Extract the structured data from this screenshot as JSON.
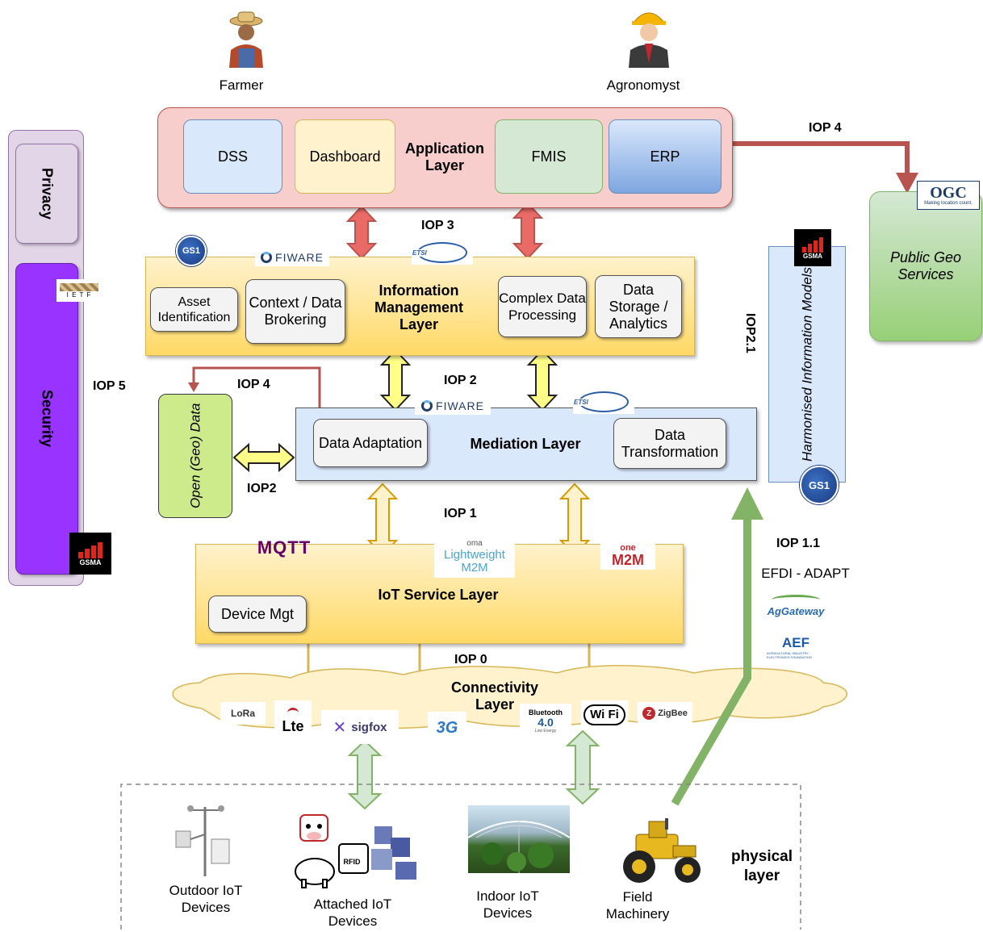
{
  "actors": {
    "farmer": "Farmer",
    "agronomist": "Agronomyst"
  },
  "application_layer": {
    "title": "Application Layer",
    "dss": "DSS",
    "dashboard": "Dashboard",
    "fmis": "FMIS",
    "erp": "ERP"
  },
  "information_layer": {
    "title": "Information Management Layer",
    "asset": "Asset Identification",
    "context": "Context / Data Brokering",
    "complex": "Complex Data Processing",
    "storage": "Data Storage / Analytics"
  },
  "mediation_layer": {
    "title": "Mediation Layer",
    "adaptation": "Data Adaptation",
    "transformation": "Data Transformation"
  },
  "iot_layer": {
    "title": "IoT Service Layer",
    "device_mgt": "Device Mgt"
  },
  "connectivity_layer": {
    "title": "Connectivity Layer"
  },
  "security_column": {
    "privacy": "Privacy",
    "security": "Security"
  },
  "open_data": "Open (Geo) Data",
  "public_geo": "Public Geo Services",
  "harmonised": "Harmonised Information Models",
  "iop": {
    "iop4_top": "IOP 4",
    "iop3": "IOP 3",
    "iop2": "IOP 2",
    "iop4_left": "IOP 4",
    "iop5": "IOP 5",
    "iop2_left": "IOP2",
    "iop21": "IOP2.1",
    "iop1": "IOP 1",
    "iop11": "IOP 1.1",
    "iop0": "IOP 0"
  },
  "efdi": "EFDI - ADAPT",
  "logos": {
    "ogc": "OGC",
    "ogc_tag": "Making location count.",
    "gs1": "GS1",
    "fiware": "FIWARE",
    "etsi": "ETSI",
    "gsma": "GSMA",
    "ietf": "I E T F",
    "mqtt": "MQTT",
    "oma": "oma",
    "lwm2m_1": "Lightweight",
    "lwm2m_2": "M2M",
    "onem2m_1": "one",
    "onem2m_2": "M2M",
    "aggateway": "AgGateway",
    "aef": "AEF",
    "aef_sub": "AGRICULTURAL INDUSTRY ELECTRONICS FOUNDATION",
    "lora": "LoRa",
    "lte": "Lte",
    "sigfox": "sigfox",
    "g3": "3G",
    "bluetooth": "Bluetooth",
    "bt_version": "4.0",
    "bt_sub": "Low Energy",
    "wifi": "Wi Fi",
    "zigbee": "ZigBee",
    "rfid": "RFID"
  },
  "devices": {
    "outdoor": "Outdoor IoT Devices",
    "attached": "Attached IoT Devices",
    "indoor": "Indoor IoT Devices",
    "field": "Field Machinery"
  },
  "physical_layer": "physical layer"
}
